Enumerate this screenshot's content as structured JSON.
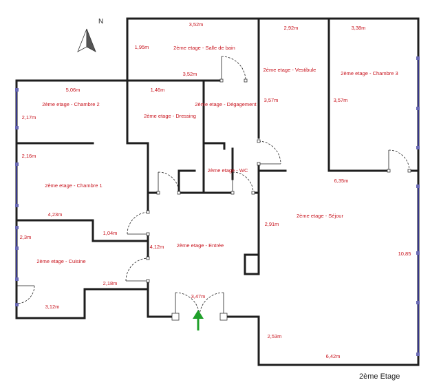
{
  "plan": {
    "floor_label": "2ème Etage",
    "north_label": "N",
    "rooms": [
      {
        "id": "salle-de-bain",
        "label": "2ème etage - Salle de bain"
      },
      {
        "id": "vestibule",
        "label": "2ème etage - Vestibule"
      },
      {
        "id": "chambre-3",
        "label": "2ème etage - Chambre 3"
      },
      {
        "id": "chambre-2",
        "label": "2ème etage - Chambre 2"
      },
      {
        "id": "dressing",
        "label": "2ème etage - Dressing"
      },
      {
        "id": "degagement",
        "label": "2ème etage - Dégagement"
      },
      {
        "id": "wc",
        "label": "2ème etage - WC"
      },
      {
        "id": "chambre-1",
        "label": "2ème etage - Chambre 1"
      },
      {
        "id": "sejour",
        "label": "2ème etage - Séjour"
      },
      {
        "id": "entree",
        "label": "2ème etage - Entrée"
      },
      {
        "id": "cuisine",
        "label": "2ème etage - Cuisine"
      }
    ],
    "dimensions": [
      "3,52m",
      "1,95m",
      "3,52m",
      "2,92m",
      "3,38m",
      "5,06m",
      "1,46m",
      "3,57m",
      "3,57m",
      "2,17m",
      "2,16m",
      "6,35m",
      "2,91m",
      "4,23m",
      "1,04m",
      "4,12m",
      "10,85",
      "2,3m",
      "2,18m",
      "3,12m",
      "3,47m",
      "2,53m",
      "6,42m"
    ]
  }
}
